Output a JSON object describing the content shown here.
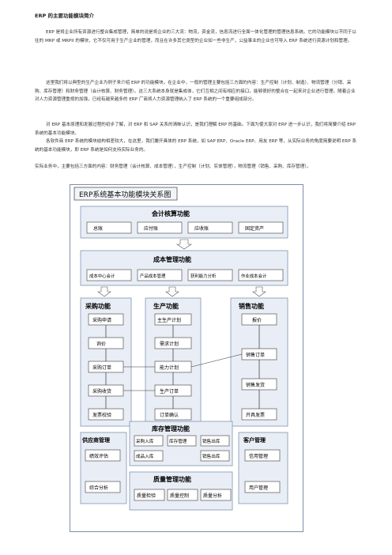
{
  "doc": {
    "title": "ERP 的主要功能模块简介",
    "p1": "ERP 是将企业所有资源进行整合集成管理，简单的说是将企业的三大流：物流，资金流，信息流进行全面一体化管理的管理信息系统。它的功能模块以不同于以往的 MRP 或 MRPII 的模块，它不仅可用于生产企业的管理，而且在许多其它类型的企业如一些非生产，公益事业的企业也可导入 ERP 系统进行资源计划和管理。",
    "p2": "这里我们将以典型的生产企业为例子来介绍 ERP 的功能模块。在企业中，一般的管理主要包括三方面的内容：生产控制（计划、制造）、物流管理（分销、采购、库存管理）和财务管理（会计核算、财务管理）。这三大系统本身就是集成体，它们互相之间有相应的接口，能够很好的整合在一起来对企业进行管理。随着企业对人力资源管理重视的加强，已经有越来越多的 ERP 厂商将人力资源管理纳入了 ERP 系统的一个重要组成部分。",
    "p3": "对 ERP 基本原理和发展过程的初步了解，对 ERP 和 SAP 关系的清晰认识，是我们理解 ERP 的基础。下面为使大家对 ERP 进一步认识，我们将简要介绍 ERP 系统的基本功能模块。",
    "p4": "各软件商 ERP 系统的模块结构相差较大，在这里，我们撇开具体的 ERP 系统，如 SAP ERP、Oracle ERP、用友 ERP 等，从实际业务的角度简要说明 ERP 系统的基本功能模块，即 ERP 系统是如何支持实际业务的。",
    "p5": "实际业务中，主要包括三方面的内容：财务管理（会计核算、成本管理），生产控制（计划、实体管理），物流管理（销售、采购、库存管理）。"
  },
  "diagram": {
    "title": "ERP系统基本功能模块关系图",
    "accounting": {
      "title": "会计核算功能",
      "items": [
        "总账",
        "应付账",
        "应收账",
        "固定资产"
      ]
    },
    "cost": {
      "title": "成本管理功能",
      "items": [
        "成本中心会计",
        "产品成本管理",
        "获利能力分析",
        "作业成本会计"
      ]
    },
    "purchase": {
      "title": "采购功能",
      "items": [
        "采购申请",
        "询价",
        "采购订单",
        "采购收货",
        "发票校验"
      ]
    },
    "production": {
      "title": "生产功能",
      "items": [
        "主生产计划",
        "需求计划",
        "能力计划",
        "生产订单",
        "订单确认"
      ]
    },
    "sales": {
      "title": "销售功能",
      "items": [
        "报价",
        "销售订单",
        "销售发货",
        "开具发票"
      ]
    },
    "inventory": {
      "title": "库存管理功能",
      "items": [
        "采购入库",
        "库存管理",
        "成品入库",
        "销售出库",
        "销售出库"
      ]
    },
    "supplier": {
      "title": "供应商管理",
      "items": [
        "绩效评估",
        "综合分析"
      ]
    },
    "customer": {
      "title": "客户管理",
      "items": [
        "信用管理",
        "用户管理"
      ]
    },
    "quality": {
      "title": "质量管理功能",
      "items": [
        "质量检验",
        "质量控制",
        "质量分析"
      ]
    }
  }
}
